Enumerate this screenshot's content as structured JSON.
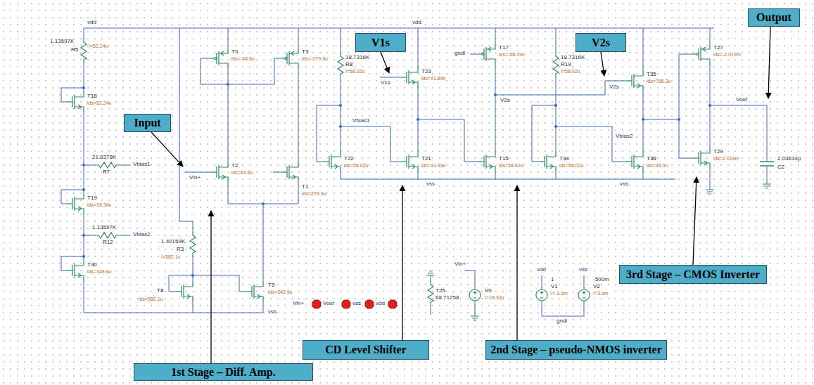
{
  "diagram": {
    "nodes": [
      {
        "text": [
          "Output"
        ]
      },
      {
        "text": [
          "V1s"
        ]
      },
      {
        "text": [
          "V2s"
        ]
      },
      {
        "text": [
          "Input"
        ]
      },
      {
        "text": [
          "3rd Stage – CMOS Inverter"
        ]
      },
      {
        "text": [
          "CD Level Shifter"
        ]
      },
      {
        "text": [
          "2nd Stage – pseudo-NMOS inverter"
        ]
      },
      {
        "text": [
          "1st Stage – Diff. Amp."
        ]
      }
    ],
    "labels": [
      "vdd",
      "vdd",
      "1.13597K",
      "R5",
      "I=52.24u",
      "T18",
      "ids=52.24u",
      "21.8378K",
      "R7",
      "Vbias1",
      "T19",
      "ids=18.34u",
      "1.13597K",
      "R12",
      "Vbias2",
      "T30",
      "ids=349.6u",
      "T0",
      "ids=-64.6u",
      "T3",
      "ids=-279.3u",
      "Vin+",
      "T2",
      "ids=64.6u",
      "T1",
      "ids=279.3u",
      "1.40159K",
      "R3",
      "I=582.1u",
      "T8",
      "ids=582.1u",
      "T9",
      "ids=343.9u",
      "vss",
      "18.7316K",
      "R8",
      "I=58.02u",
      "Vbias1",
      "T22",
      "ids=58.02u",
      "V1s",
      "T23",
      "ids=41.89n",
      "T21",
      "ids=41.93u",
      "vss",
      "gndl",
      "T17",
      "ids=-58.19n",
      "V2s",
      "T15",
      "ids=58.02u",
      "18.7316K",
      "R19",
      "I=58.02u",
      "T34",
      "ids=58.02u",
      "V2s",
      "T35",
      "ids=785.3u",
      "Vbias2",
      "T36",
      "ids=46.9u",
      "vss",
      "T27",
      "ids=-2.019m",
      "Vout",
      "T29",
      "ids=2.019m",
      "2.03634p",
      "C2",
      "Vin+",
      "Vout",
      "vss",
      "vdd",
      "T25",
      "68.71258",
      "Vin+",
      "V0",
      "I=18.32p",
      "vdd",
      "1",
      "V1",
      "I=-3.9m",
      "vss",
      "-500m",
      "V2",
      "I=3.9m",
      "gndl"
    ]
  }
}
